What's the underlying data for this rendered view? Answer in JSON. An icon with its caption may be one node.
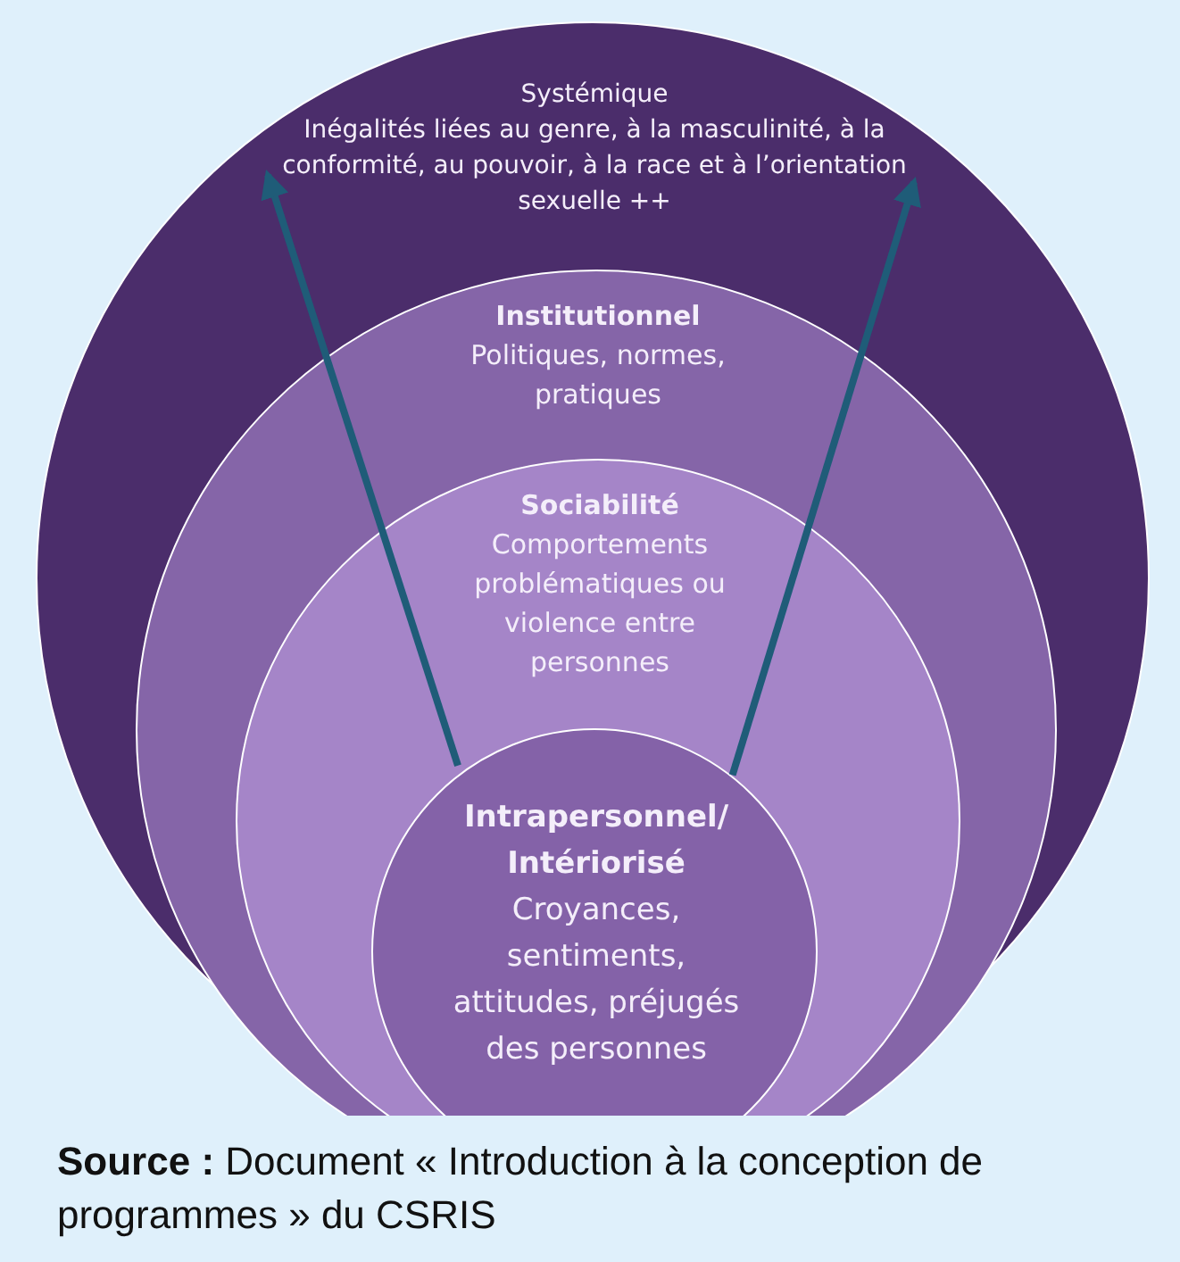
{
  "diagram": {
    "nodes": [
      {
        "text": [
          "Systémique",
          "Inégalités liées au genre, à la masculinité, à la conformité, au pouvoir, à la race et à l’orientation sexuelle ++"
        ]
      },
      {
        "text": [
          "Institutionnel",
          "Politiques, normes, pratiques"
        ],
        "in": 0
      },
      {
        "text": [
          "Sociabilité",
          "Comportements problématiques ou violence entre personnes"
        ],
        "in": 1
      },
      {
        "text": [
          "Intrapersonnel/ Intériorisé",
          "Croyances, sentiments, attitudes, préjugés des personnes"
        ],
        "in": 2
      }
    ],
    "edges": [
      {
        "from": 3,
        "to": 0,
        "arrow": "to"
      },
      {
        "from": 3,
        "to": 0,
        "arrow": "to"
      }
    ],
    "caption": "**Source :** Document « Introduction à la conception de programmes » du CSRIS"
  }
}
